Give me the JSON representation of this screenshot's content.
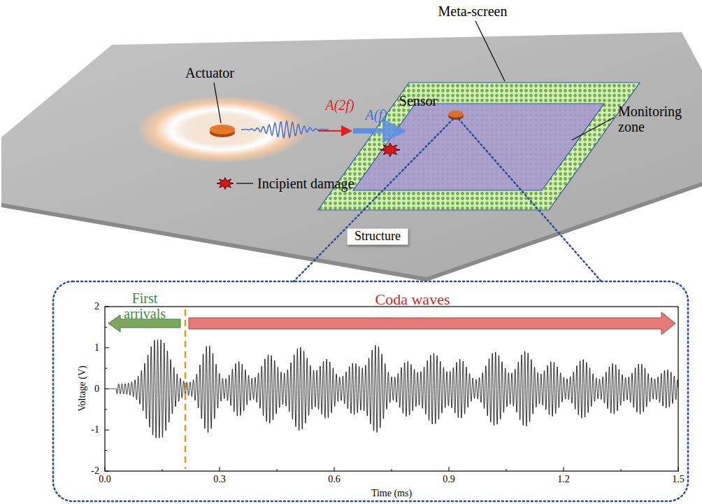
{
  "diagram": {
    "nodes": [
      {
        "text": [
          "Structure"
        ]
      }
    ],
    "labels": [
      "Actuator",
      "A(2f)",
      "A(f)",
      "Meta-screen",
      "Sensor",
      "Monitoring zone",
      "Incipient damage",
      "First arrivals",
      "Coda waves",
      "Voltage (V)",
      "Time (ms)",
      "2",
      "1",
      "0",
      "-1",
      "-2",
      "0.0",
      "0.3",
      "0.6",
      "0.9",
      "1.2",
      "1.5"
    ]
  }
}
